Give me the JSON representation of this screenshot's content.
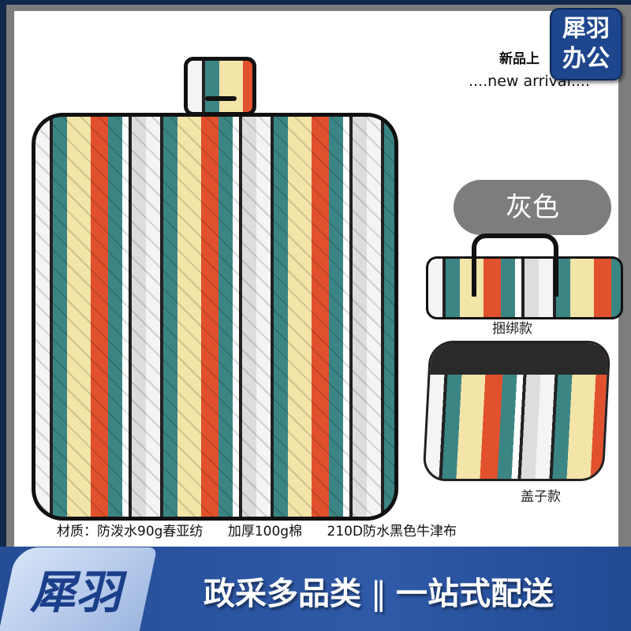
{
  "header": {
    "new_arrival_cn": "新品上",
    "new_arrival_en": "....new arrival...."
  },
  "badge": {
    "line1": "犀羽",
    "line2": "办公"
  },
  "color_option": {
    "label": "灰色"
  },
  "variants": [
    {
      "label": "捆绑款"
    },
    {
      "label": "盖子款"
    }
  ],
  "material": {
    "items": [
      "材质：防泼水90g春亚纺",
      "加厚100g棉",
      "210D防水黑色牛津布"
    ]
  },
  "banner": {
    "brand": "犀羽",
    "slogan_left": "政采多品类",
    "separator": "‖",
    "slogan_right": "一站式配送"
  },
  "colors": {
    "brand_blue": "#1e468d",
    "pattern_teal": "#3b8585",
    "pattern_orange": "#e2512d",
    "pattern_cream": "#f3e4a8"
  }
}
